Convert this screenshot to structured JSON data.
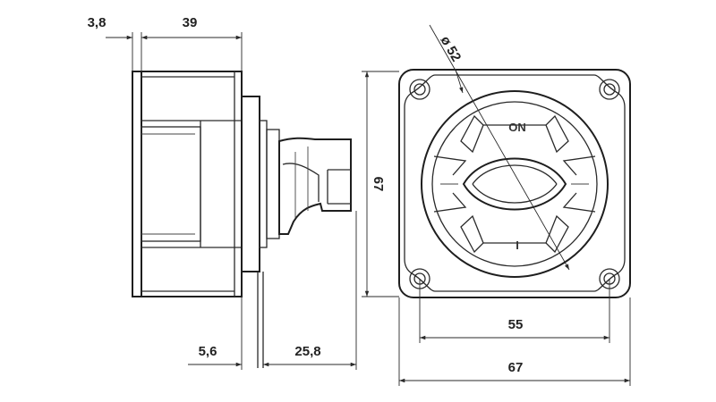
{
  "dimensions": {
    "plate_thickness": "3,8",
    "body_depth": "39",
    "panel_offset": "5,6",
    "knob_depth": "25,8",
    "height": "67",
    "diameter": "ø 52",
    "hole_spacing": "55",
    "width": "67"
  },
  "labels": {
    "on": "ON",
    "off": "I"
  },
  "colors": {
    "line": "#2a2a2a",
    "background": "#ffffff"
  }
}
